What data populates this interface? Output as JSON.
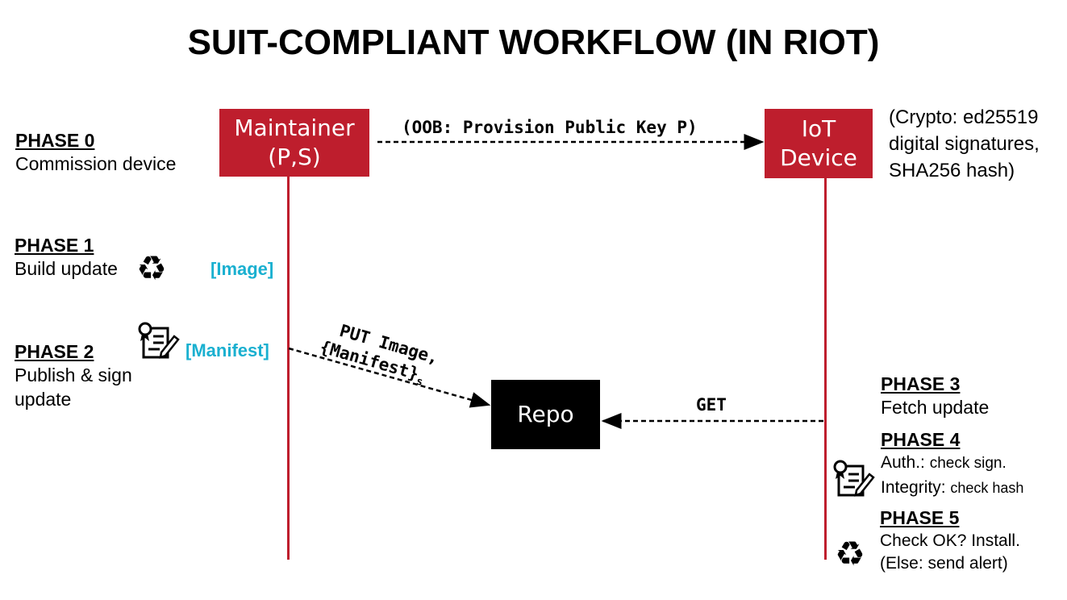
{
  "title": "SUIT-COMPLIANT WORKFLOW (IN RIOT)",
  "boxes": {
    "maintainer_line1": "Maintainer",
    "maintainer_line2": "(P,S)",
    "device_line1": "IoT",
    "device_line2": "Device",
    "repo": "Repo"
  },
  "crypto_note": {
    "line1": "(Crypto: ed25519",
    "line2": "digital signatures,",
    "line3": "SHA256 hash)"
  },
  "arrows": {
    "oob": "(OOB: Provision Public Key P)",
    "put_line1": "PUT Image,",
    "put_line2": "{Manifest}",
    "put_sub": "s",
    "get": "GET"
  },
  "tags": {
    "image": "[Image]",
    "manifest": "[Manifest]"
  },
  "phases": {
    "p0": {
      "head": "PHASE 0",
      "text": "Commission device"
    },
    "p1": {
      "head": "PHASE 1",
      "text": "Build update"
    },
    "p2": {
      "head": "PHASE 2",
      "line1": "Publish & sign",
      "line2": "update"
    },
    "p3": {
      "head": "PHASE 3",
      "text": "Fetch update"
    },
    "p4": {
      "head": "PHASE 4",
      "auth_label": "Auth.:",
      "auth_value": "check sign.",
      "int_label": "Integrity:",
      "int_value": "check hash"
    },
    "p5": {
      "head": "PHASE 5",
      "line1": "Check OK? Install.",
      "line2": "(Else: send alert)"
    }
  },
  "icons": [
    "recycle-icon",
    "certificate-icon"
  ],
  "colors": {
    "accent_red": "#be1e2d",
    "tag_cyan": "#1ab0d0",
    "repo_black": "#000000"
  }
}
